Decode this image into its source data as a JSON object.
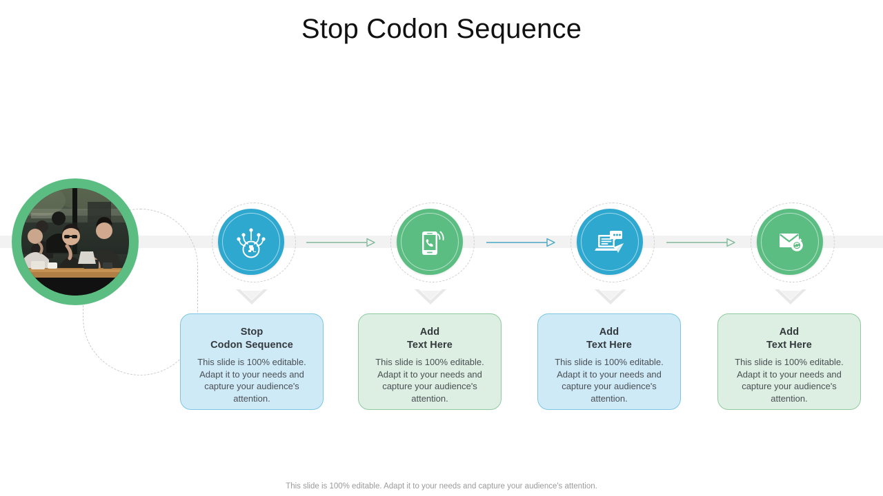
{
  "slide": {
    "title": "Stop Codon Sequence",
    "footer": "This slide is 100% editable. Adapt it to your needs and capture your audience's attention."
  },
  "photo": {
    "name": "people-at-cafe-table-photo",
    "ring_color": "#5cbd82"
  },
  "steps": [
    {
      "icon_name": "network-puzzle-icon",
      "circle_color": "#2fa8d0",
      "title_line1": "Stop",
      "title_line2": "Codon Sequence",
      "body": "This slide is 100% editable. Adapt it to your needs and capture your audience's attention.",
      "card_bg": "#cfeaf7",
      "card_border": "#7cc6e3"
    },
    {
      "icon_name": "mobile-phone-signal-icon",
      "circle_color": "#5cbd82",
      "title_line1": "Add",
      "title_line2": "Text Here",
      "body": "This slide is 100% editable. Adapt it to your needs and capture your audience's attention.",
      "card_bg": "#dcefe2",
      "card_border": "#8fca9f"
    },
    {
      "icon_name": "laptop-chat-send-icon",
      "circle_color": "#2fa8d0",
      "title_line1": "Add",
      "title_line2": "Text Here",
      "body": "This slide is 100% editable. Adapt it to your needs and capture your audience's attention.",
      "card_bg": "#cfeaf7",
      "card_border": "#7cc6e3"
    },
    {
      "icon_name": "envelope-gear-icon",
      "circle_color": "#5cbd82",
      "title_line1": "Add",
      "title_line2": "Text Here",
      "body": "This slide is 100% editable. Adapt it to your needs and capture your audience's attention.",
      "card_bg": "#dcefe2",
      "card_border": "#8fca9f"
    }
  ],
  "arrows": [
    {
      "name": "connector-arrow-1",
      "color": "#7fb89a"
    },
    {
      "name": "connector-arrow-2",
      "color": "#4aa6c4"
    },
    {
      "name": "connector-arrow-3",
      "color": "#7fb89a"
    }
  ],
  "band_color": "#f2f2f2"
}
